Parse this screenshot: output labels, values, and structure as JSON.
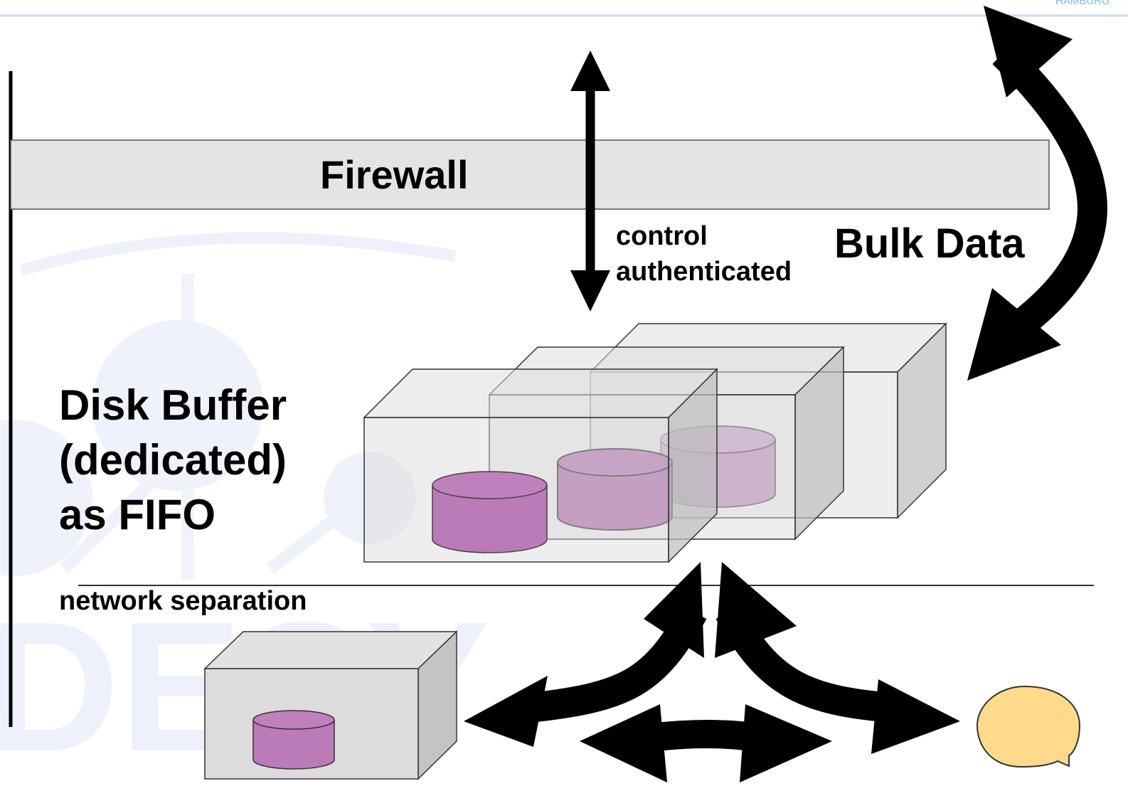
{
  "header": {
    "corner_text": "HAMBURG"
  },
  "diagram": {
    "watermark": "DESY",
    "firewall_label": "Firewall",
    "control_label_line1": "control",
    "control_label_line2": "authenticated",
    "bulk_data_label": "Bulk Data",
    "disk_buffer_line1": "Disk Buffer",
    "disk_buffer_line2": "(dedicated)",
    "disk_buffer_line3": "as FIFO",
    "network_separation_label": "network separation"
  },
  "colors": {
    "header_line": "#bfe0f7",
    "firewall_fill": "#e4e4e4",
    "box_fill": "#d9d9d9",
    "disk_fill": "#b86fb8",
    "bubble_fill": "#ffd98c",
    "watermark": "#eef0fb"
  }
}
